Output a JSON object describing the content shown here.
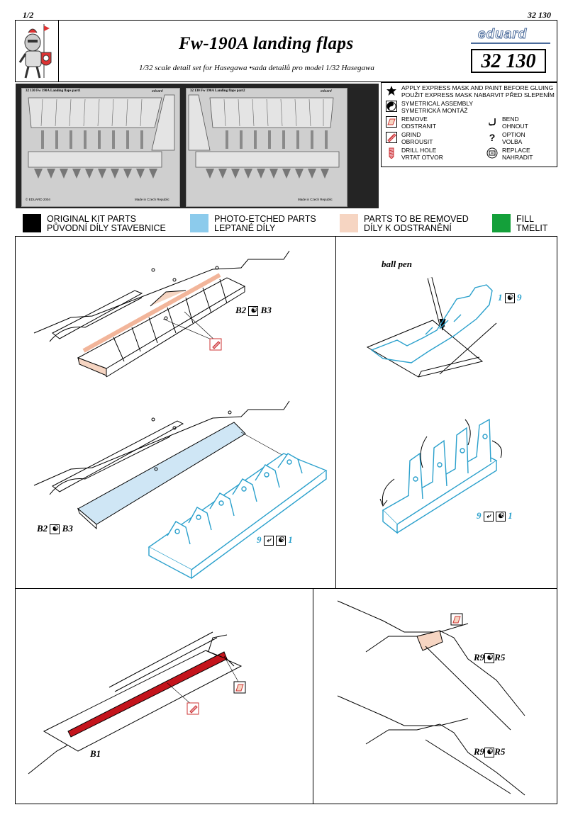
{
  "page": {
    "number": "1/2",
    "kit_code": "32 130"
  },
  "header": {
    "title": "Fw-190A landing flaps",
    "subtitle": "1/32 scale detail set for Hasegawa •sada detailů pro model 1/32 Hasegawa",
    "brand": "eduard",
    "code": "32 130"
  },
  "fret": {
    "part1_label": "32 130  Fw 190A Landing flaps  part1",
    "part2_label": "32 130  Fw 190A Landing flaps  part2",
    "brand_small": "eduard",
    "copyright": "© EDUARD 2004",
    "made_in": "Made in Czech Republic"
  },
  "legend": [
    {
      "icon": "star-icon",
      "lines": [
        "APPLY EXPRESS MASK AND PAINT BEFORE GLUING",
        "POUŽIT EXPRESS MASK NABARVIT PŘED SLEPENÍM"
      ]
    },
    {
      "icon": "yin-yang-icon",
      "lines": [
        "SYMETRICAL ASSEMBLY",
        "SYMETRICKÁ MONTÁŽ"
      ]
    },
    {
      "icon": "remove-icon",
      "lines": [
        "REMOVE",
        "ODSTRANIT"
      ]
    },
    {
      "icon": "bend-icon",
      "lines": [
        "BEND",
        "OHNOUT"
      ]
    },
    {
      "icon": "grind-icon",
      "lines": [
        "GRIND",
        "OBROUSIT"
      ]
    },
    {
      "icon": "option-icon",
      "lines": [
        "OPTION",
        "VOLBA"
      ]
    },
    {
      "icon": "drill-icon",
      "lines": [
        "DRILL HOLE",
        "VRTAT OTVOR"
      ]
    },
    {
      "icon": "replace-icon",
      "lines": [
        "REPLACE",
        "NAHRADIT"
      ]
    }
  ],
  "color_key": [
    {
      "color": "#000000",
      "lines": [
        "ORIGINAL KIT PARTS",
        "PŮVODNÍ DÍLY STAVEBNICE"
      ]
    },
    {
      "color": "#8ccbec",
      "lines": [
        "PHOTO-ETCHED PARTS",
        "LEPTANÉ DÍLY"
      ]
    },
    {
      "color": "#f6d5c2",
      "lines": [
        "PARTS TO BE REMOVED",
        "DÍLY K ODSTRANĚNÍ"
      ]
    },
    {
      "color": "#14a03a",
      "lines": [
        "FILL",
        "TMELIT"
      ]
    }
  ],
  "steps": {
    "s1": {
      "a": "B2",
      "b": "B3"
    },
    "s2": {
      "a": "B2",
      "b": "B3",
      "pe_a": "9",
      "pe_b": "1"
    },
    "s3": {
      "tool": "ball pen",
      "a": "1",
      "b": "9"
    },
    "s4": {
      "a": "9",
      "b": "1"
    },
    "s5": {
      "a": "B1"
    },
    "s6": {
      "a": "R9",
      "b": "R5"
    },
    "s7": {
      "a": "R9",
      "b": "R5"
    }
  }
}
